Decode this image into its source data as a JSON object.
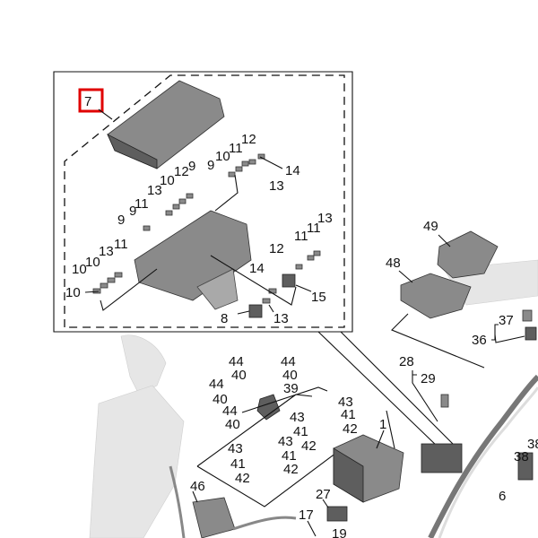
{
  "diagram": {
    "title": "Electrical components exploded parts diagram",
    "highlight_color": "#e00000",
    "highlighted_callout": "7",
    "callouts": {
      "c7": "7",
      "fuse_box_top": [
        "9",
        "10",
        "11",
        "12",
        "13",
        "14"
      ],
      "fuse_box_left_upper": [
        "11",
        "13",
        "10",
        "12",
        "9"
      ],
      "fuse_box_left_mid": [
        "9",
        "9"
      ],
      "fuse_box_left_lower": [
        "10",
        "10",
        "13",
        "11",
        "10"
      ],
      "fuse_box_right": [
        "12",
        "11",
        "11",
        "13"
      ],
      "fuse_box_bottom": [
        "14",
        "15",
        "8",
        "13"
      ],
      "ecu": [
        "48",
        "49"
      ],
      "relay_set": [
        "36",
        "37"
      ],
      "bracket_group": [
        "44",
        "40",
        "44",
        "40",
        "44",
        "40",
        "44",
        "40",
        "39",
        "43",
        "43",
        "41",
        "42",
        "41",
        "42",
        "43",
        "43",
        "41",
        "42",
        "41",
        "42"
      ],
      "battery": "1",
      "harness": [
        "28",
        "29",
        "6",
        "38",
        "38"
      ],
      "lower": [
        "46",
        "27",
        "17",
        "19"
      ]
    }
  }
}
